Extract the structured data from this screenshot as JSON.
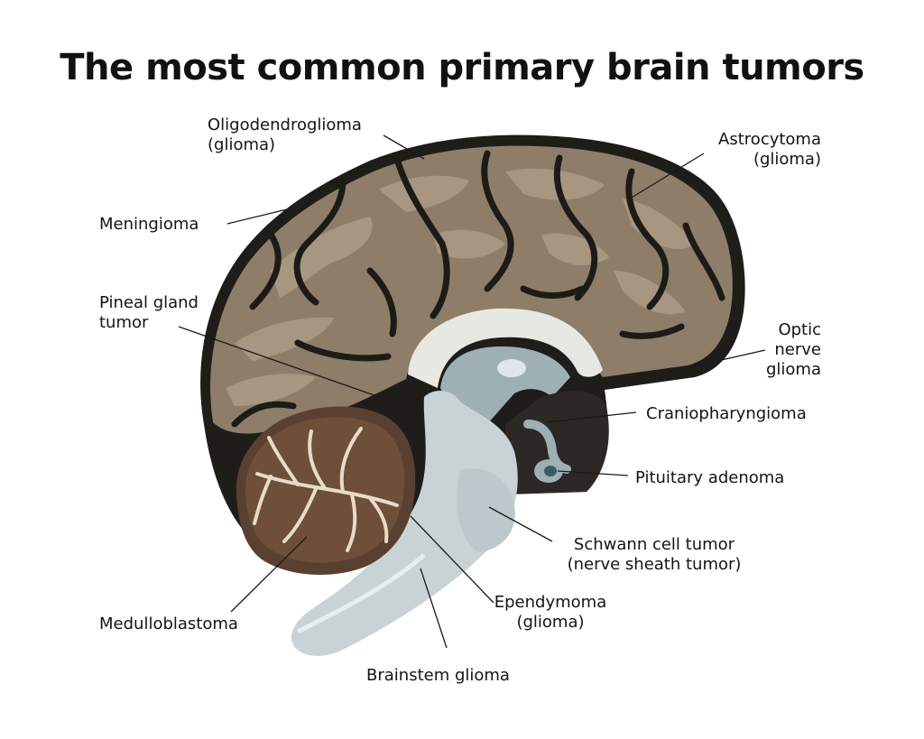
{
  "title": "The most common primary brain tumors",
  "labels": {
    "oligodendroglioma": {
      "line1": "Oligodendroglioma",
      "line2": "(glioma)"
    },
    "astrocytoma": {
      "line1": "Astrocytoma",
      "line2": "(glioma)"
    },
    "meningioma": {
      "line1": "Meningioma"
    },
    "pineal": {
      "line1": "Pineal gland",
      "line2": "tumor"
    },
    "optic": {
      "line1": "Optic",
      "line2": "nerve",
      "line3": "glioma"
    },
    "craniopharyngioma": {
      "line1": "Craniopharyngioma"
    },
    "pituitary": {
      "line1": "Pituitary adenoma"
    },
    "schwann": {
      "line1": "Schwann cell tumor",
      "line2": "(nerve sheath tumor)"
    },
    "ependymoma": {
      "line1": "Ependymoma",
      "line2": "(glioma)"
    },
    "medulloblastoma": {
      "line1": "Medulloblastoma"
    },
    "brainstem": {
      "line1": "Brainstem glioma"
    }
  },
  "colors": {
    "cortex": "#8e7e69",
    "cortex_light": "#a79680",
    "sulci": "#1c1b18",
    "brainstem": "#c9d3d6",
    "ventricle": "#9fb0b5",
    "cerebellum": "#5a4030",
    "background": "#ffffff"
  }
}
